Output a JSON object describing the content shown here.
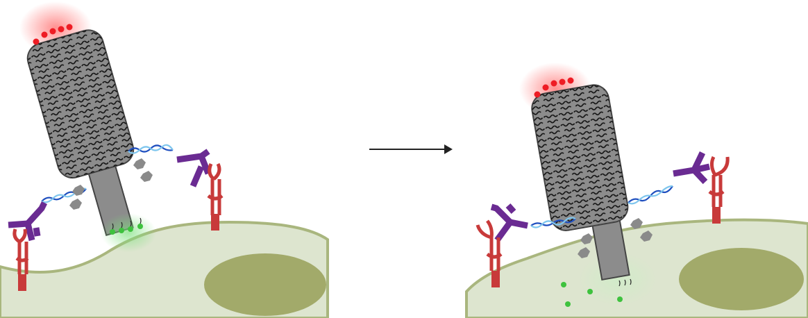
{
  "figure": {
    "panels": [
      {
        "name": "before",
        "state": "origami bound to cell surface receptors via DNA-linked antibodies, green cargo at rod tip outside cell"
      },
      {
        "name": "after",
        "state": "rod inserted into cell, green cargo released inside cytoplasm"
      }
    ],
    "arrow": {
      "direction": "right"
    },
    "colors": {
      "cell_fill": "#dde5cf",
      "cell_stroke": "#a9b67e",
      "nucleus": "#a2aa6a",
      "origami_body": "#8c8c8c",
      "origami_stroke": "#444444",
      "red_label": "#ee1c24",
      "green_cargo": "#3ec23e",
      "antibody": "#6a2b92",
      "receptor": "#c83a3a",
      "dna_a": "#1f4fbf",
      "dna_b": "#7fc6ee",
      "drug_gray": "#8a8a8a"
    }
  }
}
